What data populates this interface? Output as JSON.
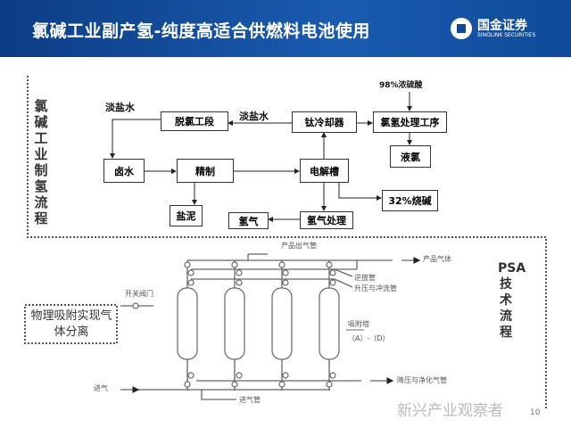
{
  "header": {
    "title": "氯碱工业副产氢-纯度高适合供燃料电池使用",
    "logo_name": "国金证券",
    "logo_en": "SINOLINK SECURITIES"
  },
  "chlor": {
    "label": "氯碱工业制氢流程",
    "boxes": {
      "dechlor": "脱氯工段",
      "ti_cooler": "钛冷却器",
      "clh_proc": "氯氢处理工序",
      "liquid_cl": "液氯",
      "brine": "卤水",
      "refine": "精制",
      "electro": "电解槽",
      "caustic": "32%烧碱",
      "salt_mud": "盐泥",
      "hydrogen": "氢气",
      "h2_proc": "氢气处理"
    },
    "texts": {
      "light_brine_1": "淡盐水",
      "light_brine_2": "淡盐水",
      "acid": "98%浓硫酸"
    }
  },
  "psa": {
    "label": "PSA技术流程",
    "note": "物理吸附实现气体分离",
    "texts": {
      "product_pipe": "产品出气管",
      "product_gas": "产品气体",
      "reverse_pipe": "逆放管",
      "boost_pipe": "升压与冲洗管",
      "switch_valve": "开关阀门",
      "towers": "吸附塔",
      "towers_sub": "（A）-（D）",
      "depress": "降压与净化气管",
      "inlet": "进气",
      "inlet_pipe": "进气管"
    }
  },
  "watermark": "新兴产业观察者",
  "page_number": "10"
}
